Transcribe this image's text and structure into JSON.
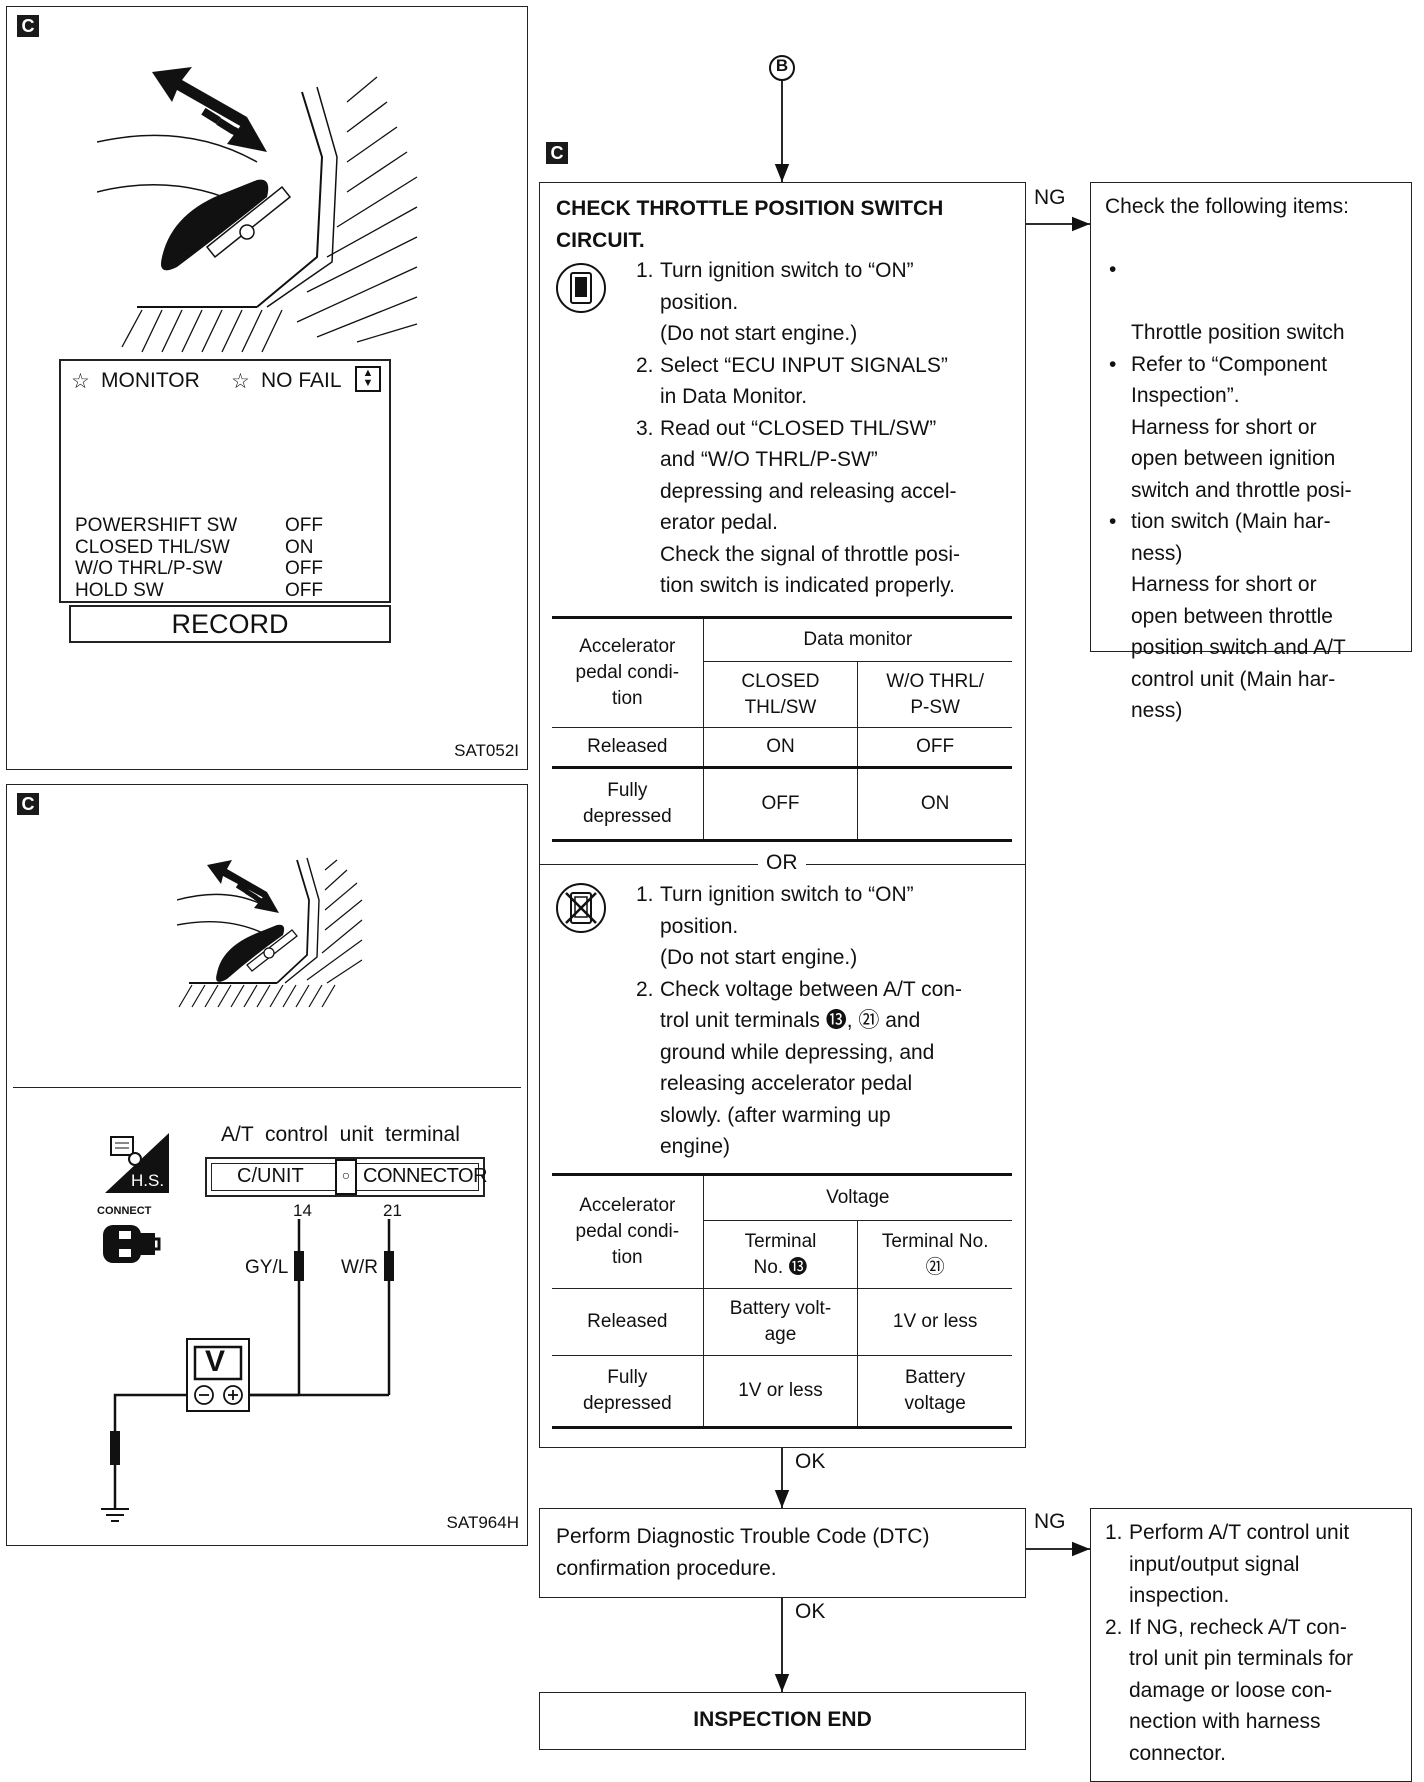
{
  "section_tag": "C",
  "left_top": {
    "monitor_label": "MONITOR",
    "nofail_label": "NO FAIL",
    "rows": [
      {
        "name": "POWERSHIFT SW",
        "value": "OFF"
      },
      {
        "name": "CLOSED THL/SW",
        "value": "ON"
      },
      {
        "name": "W/O THRL/P-SW",
        "value": "OFF"
      },
      {
        "name": "HOLD SW",
        "value": "OFF"
      }
    ],
    "record_label": "RECORD",
    "figure_id": "SAT052I"
  },
  "left_bottom": {
    "terminal_title": "A/T  control  unit  terminal",
    "cunit_label": "C/UNIT",
    "connector_label": "CONNECTOR",
    "hs_label": "H.S.",
    "connect_label": "CONNECT",
    "pin1": "14",
    "pin2": "21",
    "wire1": "GY/L",
    "wire2": "W/R",
    "meter_label": "V",
    "figure_id": "SAT964H"
  },
  "flow": {
    "start_marker": "B",
    "check_title_1": "CHECK THROTTLE POSITION SWITCH",
    "check_title_2": "CIRCUIT.",
    "consult_steps": [
      {
        "num": "1.",
        "lines": [
          "Turn ignition switch to “ON”",
          "position.",
          "(Do not start engine.)"
        ]
      },
      {
        "num": "2.",
        "lines": [
          "Select “ECU INPUT SIGNALS”",
          "in Data Monitor."
        ]
      },
      {
        "num": "3.",
        "lines": [
          "Read out “CLOSED THL/SW”",
          "and “W/O THRL/P-SW”",
          "depressing and releasing accel-",
          "erator pedal.",
          "Check the signal of throttle posi-",
          "tion switch is indicated properly."
        ]
      }
    ],
    "table1": {
      "col0": [
        "Accelerator",
        "pedal condi-",
        "tion"
      ],
      "group": "Data monitor",
      "col1": [
        "CLOSED",
        "THL/SW"
      ],
      "col2": [
        "W/O THRL/",
        "P-SW"
      ],
      "rows": [
        {
          "cond": [
            "Released"
          ],
          "c1": "ON",
          "c2": "OFF"
        },
        {
          "cond": [
            "Fully",
            "depressed"
          ],
          "c1": "OFF",
          "c2": "ON"
        }
      ]
    },
    "or_label": "OR",
    "manual_steps": [
      {
        "num": "1.",
        "lines": [
          "Turn ignition switch to “ON”",
          "position.",
          "(Do not start engine.)"
        ]
      },
      {
        "num": "2.",
        "lines": [
          "Check voltage between A/T con-",
          "trol unit terminals ⓭, ㉑ and",
          "ground while depressing, and",
          "releasing accelerator pedal",
          "slowly. (after warming up",
          "engine)"
        ]
      }
    ],
    "table2": {
      "col0": [
        "Accelerator",
        "pedal condi-",
        "tion"
      ],
      "group": "Voltage",
      "col1": [
        "Terminal",
        "No. ⓭"
      ],
      "col2": [
        "Terminal No.",
        "㉑"
      ],
      "rows": [
        {
          "cond": [
            "Released"
          ],
          "c1": [
            "Battery volt-",
            "age"
          ],
          "c2": [
            "1V or less"
          ]
        },
        {
          "cond": [
            "Fully",
            "depressed"
          ],
          "c1": [
            "1V or less"
          ],
          "c2": [
            "Battery",
            "voltage"
          ]
        }
      ]
    },
    "ng1": "NG",
    "ng1_box": {
      "title": "Check the following items:",
      "items": [
        [
          "Throttle position switch",
          "Refer to “Component",
          "Inspection”."
        ],
        [
          "Harness for short or",
          "open between ignition",
          "switch and throttle posi-",
          "tion switch (Main har-",
          "ness)"
        ],
        [
          "Harness for short or",
          "open between throttle",
          "position switch and A/T",
          "control unit (Main har-",
          "ness)"
        ]
      ]
    },
    "ok1": "OK",
    "dtc_box": [
      "Perform Diagnostic Trouble Code (DTC)",
      "confirmation procedure."
    ],
    "ng2": "NG",
    "ng2_box": [
      {
        "num": "1.",
        "lines": [
          "Perform A/T control unit",
          "input/output signal",
          "inspection."
        ]
      },
      {
        "num": "2.",
        "lines": [
          "If NG, recheck A/T con-",
          "trol unit pin terminals for",
          "damage or loose con-",
          "nection with harness",
          "connector."
        ]
      }
    ],
    "ok2": "OK",
    "end_label": "INSPECTION END"
  }
}
